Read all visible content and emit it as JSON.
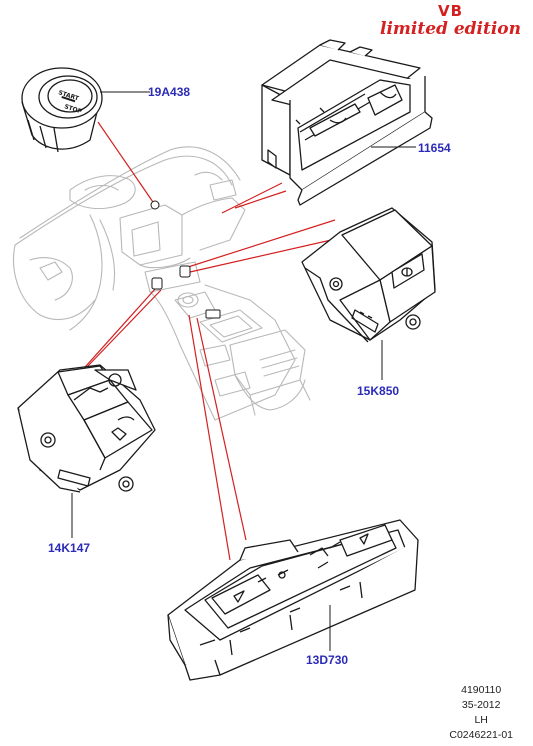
{
  "brand": {
    "line1": "VB",
    "line2": "limited edition"
  },
  "callouts": {
    "start_button": "19A438",
    "upper_switch_pack": "11654",
    "right_switch": "15K850",
    "left_switch": "14K147",
    "console_switch_pack": "13D730"
  },
  "footer": {
    "line1": "4190110",
    "line2": "35-2012",
    "line3": "LH",
    "line4": "C0246221-01"
  },
  "colors": {
    "leader_red": "#d42020",
    "callout_blue": "#2b2bb8",
    "brand_red": "#d42020",
    "line_art": "#1a1a1a",
    "faint_art": "#b8b8b8"
  },
  "icons": {
    "start_button": "start-stop-button-icon",
    "hill_descent": "hill-descent-icon",
    "park_brake": "park-brake-icon"
  },
  "button_text": {
    "start": "START",
    "stop": "STOP"
  }
}
